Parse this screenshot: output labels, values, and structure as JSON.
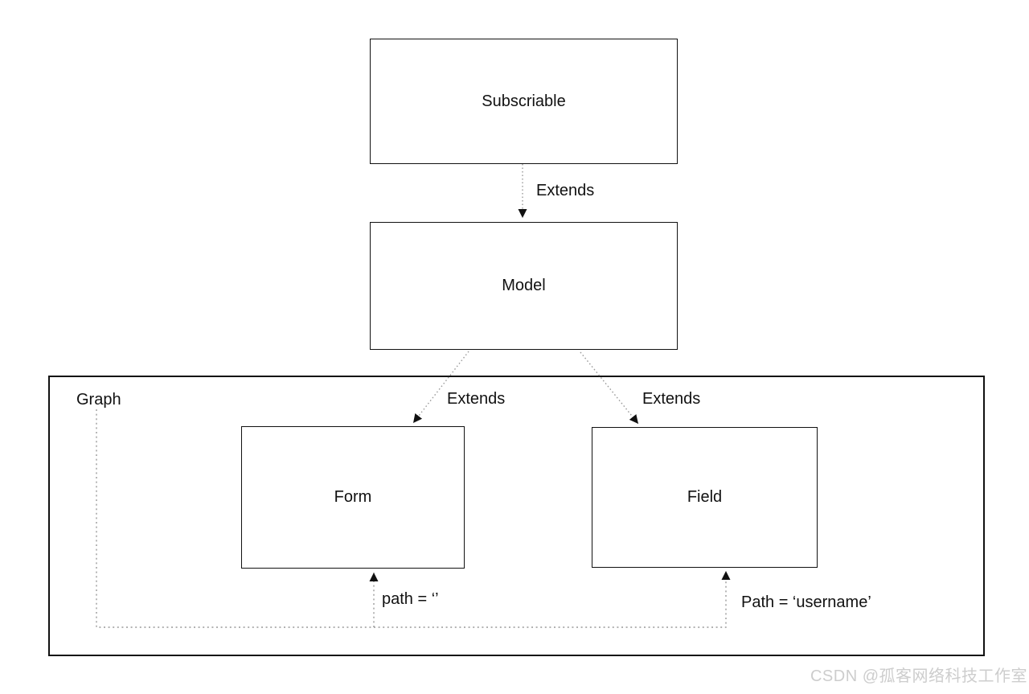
{
  "colors": {
    "background": "#ffffff",
    "box-border": "#111111",
    "text": "#111111",
    "edge": "#999999",
    "arrowhead": "#111111",
    "watermark": "#cdcdcd"
  },
  "nodes": {
    "subscriable": "Subscriable",
    "model": "Model",
    "graph": "Graph",
    "form": "Form",
    "field": "Field"
  },
  "edges": {
    "subscriable_model": "Extends",
    "model_form": "Extends",
    "model_field": "Extends",
    "graph_form": "path = ‘’",
    "graph_field": "Path = ‘username’"
  },
  "watermark": "CSDN @孤客网络科技工作室"
}
